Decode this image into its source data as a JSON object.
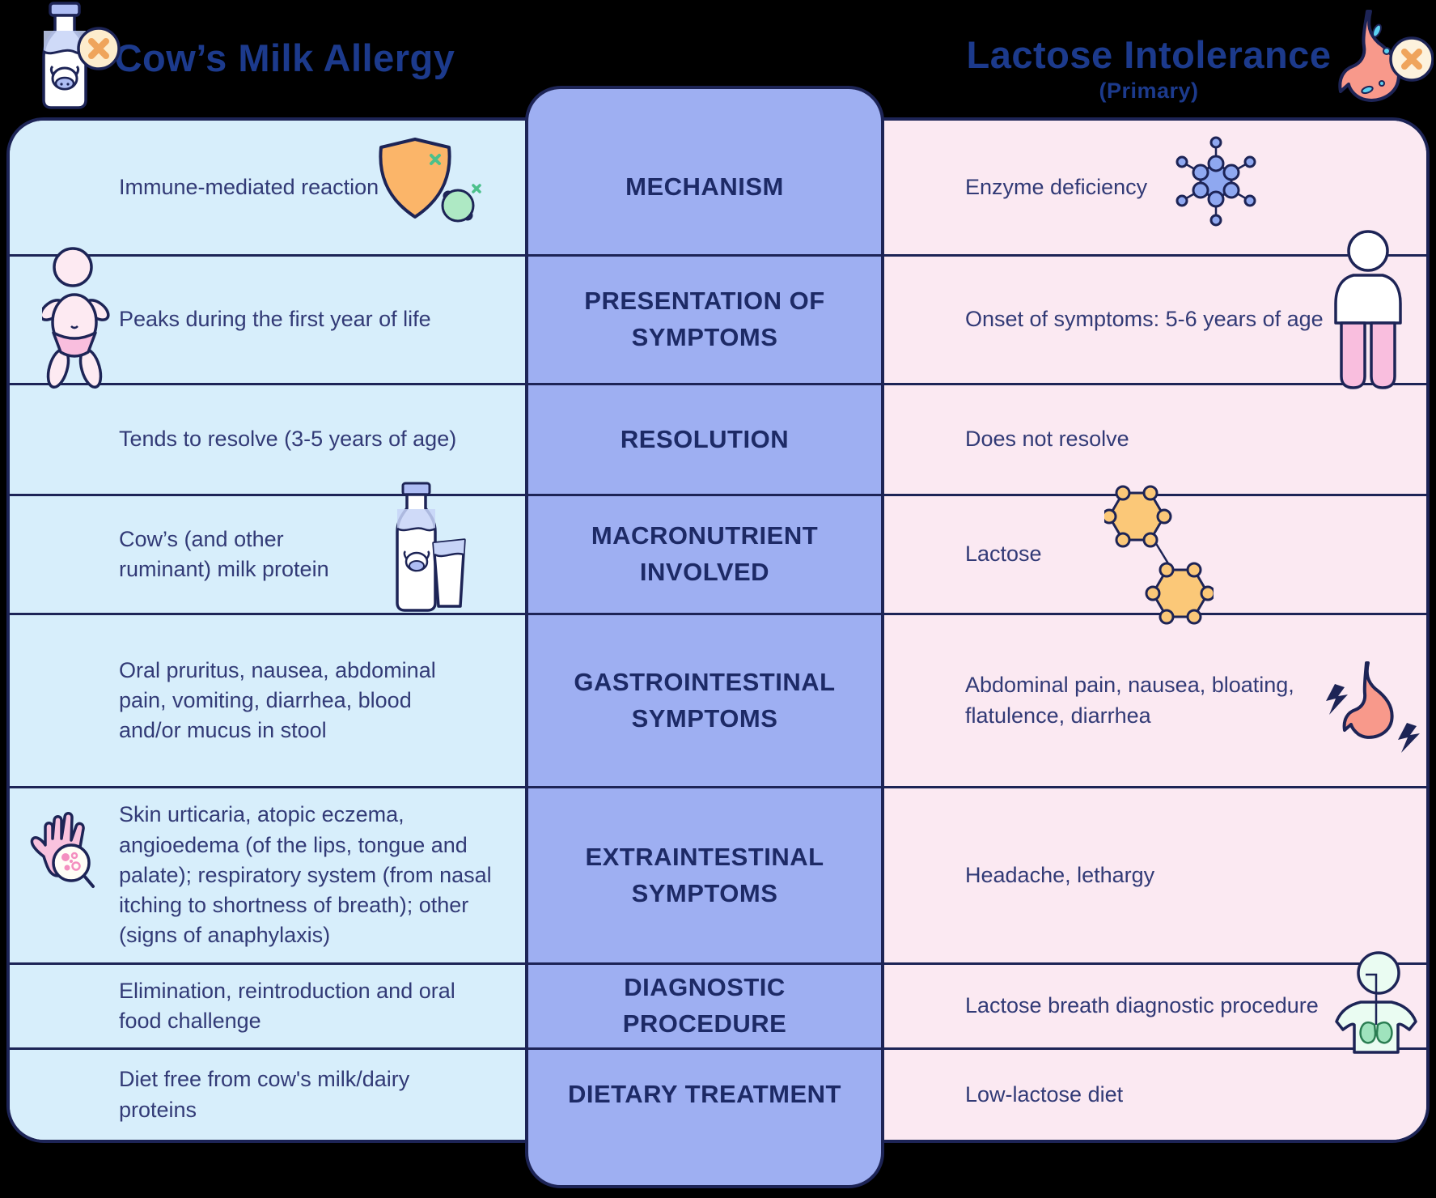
{
  "header": {
    "left": {
      "title": "Cow’s Milk Allergy",
      "icon": "milk-bottle-crossed-icon"
    },
    "right": {
      "title": "Lactose Intolerance",
      "subtitle": "(Primary)",
      "icon": "stomach-crossed-icon"
    }
  },
  "columns": {
    "left_condition": "Cow’s Milk Allergy",
    "right_condition": "Lactose Intolerance (Primary)"
  },
  "rows": [
    {
      "category": "MECHANISM",
      "cma": "Immune-mediated reaction",
      "cma_icon": "shield-virus-icon",
      "li": "Enzyme deficiency",
      "li_icon": "enzyme-molecule-icon"
    },
    {
      "category": "PRESENTATION OF SYMPTOMS",
      "cma": "Peaks during the first year of life",
      "cma_icon": "baby-icon",
      "li": "Onset of symptoms: 5-6 years of age",
      "li_icon": "child-icon"
    },
    {
      "category": "RESOLUTION",
      "cma": "Tends to resolve (3-5 years of age)",
      "li": "Does not resolve"
    },
    {
      "category": "MACRONUTRIENT INVOLVED",
      "cma": "Cow’s (and other ruminant) milk protein",
      "cma_icon": "milk-bottle-glass-icon",
      "li": "Lactose",
      "li_icon": "lactose-molecule-icon"
    },
    {
      "category": "GASTROINTESTINAL SYMPTOMS",
      "cma": "Oral pruritus, nausea, abdominal pain, vomiting, diarrhea, blood and/or mucus in stool",
      "li": "Abdominal pain, nausea, bloating, flatulence, diarrhea",
      "li_icon": "stomach-pain-icon"
    },
    {
      "category": "EXTRAINTESTINAL SYMPTOMS",
      "cma": "Skin urticaria, atopic eczema, angioedema (of the lips, tongue and palate); respiratory system (from nasal itching to shortness of breath); other (signs of anaphylaxis)",
      "cma_icon": "hand-rash-icon",
      "li": "Headache, lethargy"
    },
    {
      "category": "DIAGNOSTIC PROCEDURE",
      "cma": "Elimination, reintroduction and oral food challenge",
      "li": "Lactose breath diagnostic procedure",
      "li_icon": "breath-test-icon"
    },
    {
      "category": "DIETARY TREATMENT",
      "cma": "Diet free from cow's milk/dairy proteins",
      "li": "Low-lactose diet"
    }
  ],
  "colors": {
    "background": "#000000",
    "left_panel": "#d7eefb",
    "right_panel": "#fbe9f2",
    "center_column": "#9eaff2",
    "outline_navy": "#1d2456",
    "title_blue": "#1c3a8c",
    "body_text": "#323a76",
    "orange": "#fbc878",
    "salmon": "#f8988a",
    "pink": "#f9bede",
    "mint_green": "#aee9c4",
    "cyan": "#5bd1f1",
    "cream": "#fdeccd",
    "periwinkle": "#aebdf4"
  }
}
